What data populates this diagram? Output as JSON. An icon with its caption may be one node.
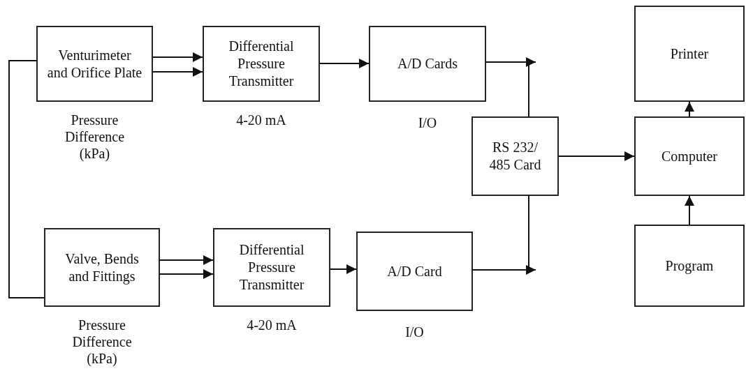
{
  "diagram": {
    "nodes": [
      {
        "text": [
          "Venturimeter and Orifice Plate"
        ],
        "beside": [
          "Pressure Difference (kPa)"
        ]
      },
      {
        "text": [
          "Differential Pressure Transmitter"
        ],
        "beside": [
          "4-20 mA"
        ]
      },
      {
        "text": [
          "A/D Cards"
        ],
        "beside": [
          "I/O"
        ]
      },
      {
        "text": [
          "RS 232/ 485 Card"
        ]
      },
      {
        "text": [
          "Printer"
        ]
      },
      {
        "text": [
          "Computer"
        ]
      },
      {
        "text": [
          "Program"
        ]
      },
      {
        "text": [
          "Valve, Bends and Fittings"
        ],
        "beside": [
          "Pressure Difference (kPa)"
        ]
      },
      {
        "text": [
          "Differential Pressure Transmitter"
        ],
        "beside": [
          "4-20 mA"
        ]
      },
      {
        "text": [
          "A/D Card"
        ],
        "beside": [
          "I/O"
        ]
      }
    ],
    "edges": [
      {
        "from": 0,
        "to": 1,
        "arrow": "to"
      },
      {
        "from": 0,
        "to": 1,
        "arrow": "to"
      },
      {
        "from": 1,
        "to": 2,
        "arrow": "to"
      },
      {
        "from": 2,
        "to": null,
        "arrow": "to"
      },
      {
        "from": 0,
        "to": 7,
        "arrow": "none"
      },
      {
        "from": 7,
        "to": 8,
        "arrow": "to"
      },
      {
        "from": 7,
        "to": 8,
        "arrow": "to"
      },
      {
        "from": 8,
        "to": 9,
        "arrow": "to"
      },
      {
        "from": 9,
        "to": null,
        "arrow": "to"
      },
      {
        "from": 3,
        "to": 5,
        "arrow": "to"
      },
      {
        "from": 5,
        "to": 4,
        "arrow": "to"
      },
      {
        "from": 6,
        "to": 5,
        "arrow": "to"
      },
      {
        "from": 3,
        "to": null,
        "arrow": "none"
      },
      {
        "from": 3,
        "to": null,
        "arrow": "none"
      }
    ]
  }
}
